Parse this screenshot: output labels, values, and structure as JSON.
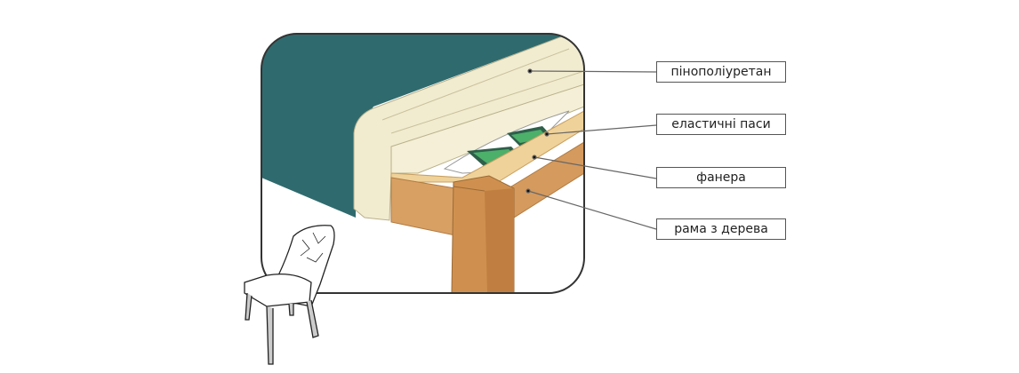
{
  "labels": {
    "foam": "пінополіуретан",
    "straps": "еластичні паси",
    "plywood": "фанера",
    "frame": "рама з дерева"
  },
  "colors": {
    "fabric": "#2f6b6e",
    "foam": "#f1ecd0",
    "wood_light": "#e8c38a",
    "wood_dark": "#c98a4c",
    "straps": "#3e8a55"
  }
}
